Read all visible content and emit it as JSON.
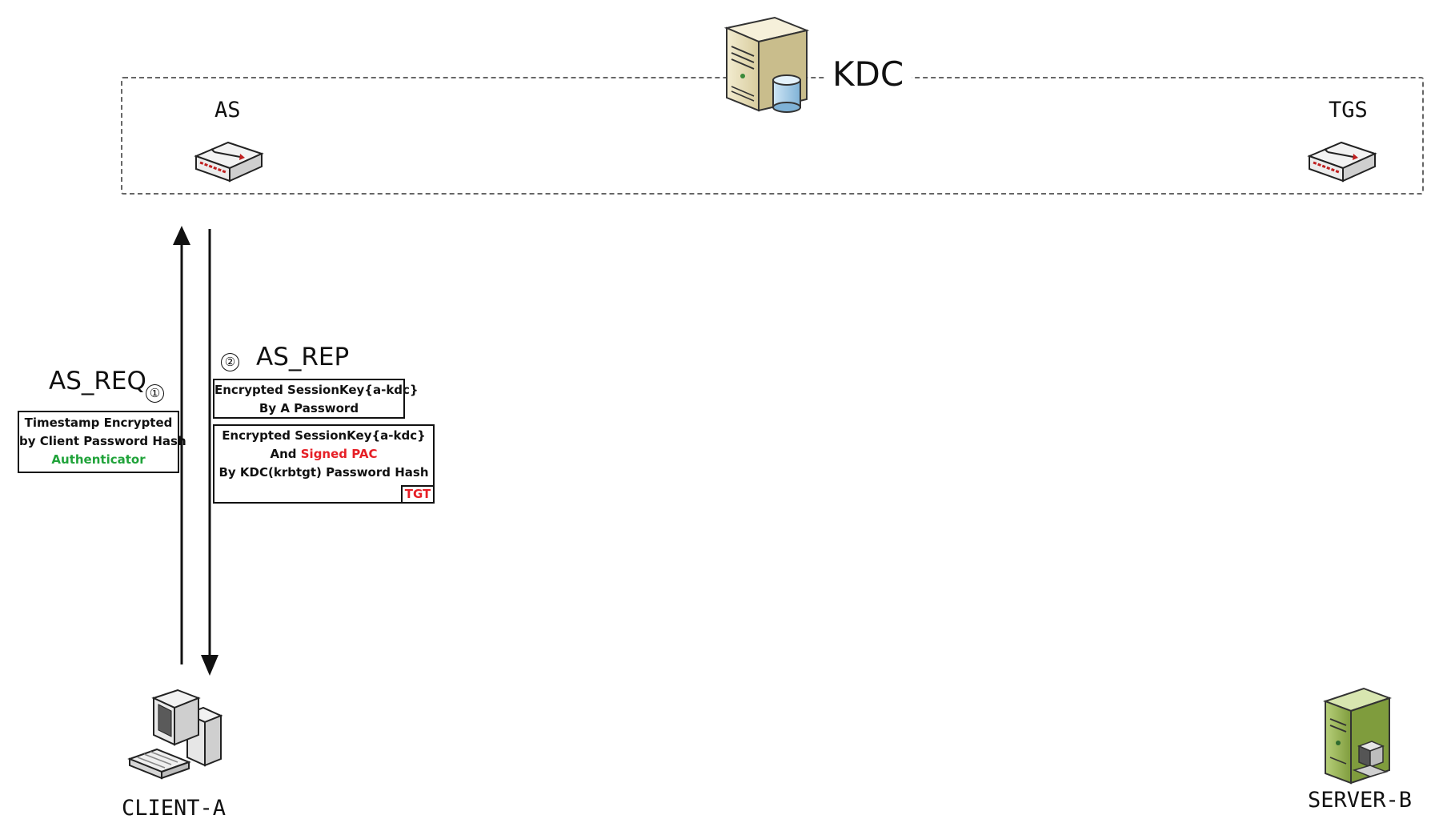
{
  "kdc": {
    "label": "KDC"
  },
  "nodes": {
    "as": "AS",
    "tgs": "TGS",
    "client": "CLIENT-A",
    "server": "SERVER-B"
  },
  "as_req": {
    "title": "AS_REQ",
    "step": "①",
    "box": {
      "line1": "Timestamp Encrypted",
      "line2": "by Client Password Hash",
      "tag": "Authenticator"
    }
  },
  "as_rep": {
    "title": "AS_REP",
    "step": "②",
    "box1": {
      "line1": "Encrypted SessionKey{a-kdc}",
      "line2": "By A Password"
    },
    "box2": {
      "line1": "Encrypted SessionKey{a-kdc}",
      "line2_prefix": "And ",
      "line2_highlight": "Signed PAC",
      "line3": "By KDC(krbtgt) Password Hash",
      "tag": "TGT"
    }
  },
  "colors": {
    "highlight_red": "#e61f26",
    "authenticator_green": "#20a33a",
    "server_green": "#8fb04a",
    "kdc_server_beige": "#e9dfb8"
  },
  "icons": [
    "kdc-server-icon",
    "as-router-icon",
    "tgs-router-icon",
    "client-computer-icon",
    "server-icon"
  ]
}
